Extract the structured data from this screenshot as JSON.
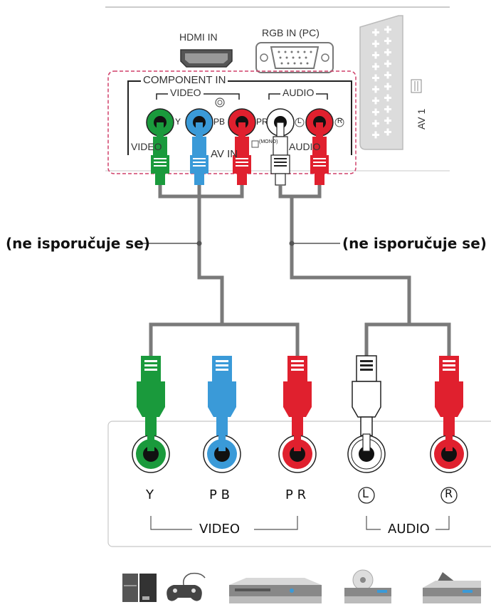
{
  "tv_panel": {
    "hdmi_label": "HDMI IN",
    "rgb_label": "RGB IN (PC)",
    "av1_label": "AV 1",
    "component_label": "COMPONENT IN",
    "video_group_label": "VIDEO",
    "audio_group_label": "AUDIO",
    "jack_y": "Y",
    "jack_pb": "PB",
    "jack_pr": "PR",
    "jack_l": "L",
    "jack_r": "R",
    "av_in_bottom_video": "VIDEO",
    "av_in_bottom": "AV IN",
    "av_in_bottom_audio": "AUDIO",
    "mono_label": "(MONO)"
  },
  "cables": {
    "left_note": "(ne isporučuje se)",
    "right_note": "(ne isporučuje se)"
  },
  "device_panel": {
    "jack_y": "Y",
    "jack_pb": "P B",
    "jack_pr": "P R",
    "jack_l": "L",
    "jack_r": "R",
    "video_label": "VIDEO",
    "audio_label": "AUDIO"
  },
  "devices": [
    "computer-icon",
    "gamepad-icon",
    "dvd-player-icon",
    "cd-player-icon",
    "set-top-box-icon"
  ],
  "colors": {
    "green": "#1a9a3c",
    "blue": "#3a9ad8",
    "red": "#e0202e",
    "white": "#ffffff",
    "cable": "#7a7a7a",
    "dashed_box": "#d0406a"
  }
}
